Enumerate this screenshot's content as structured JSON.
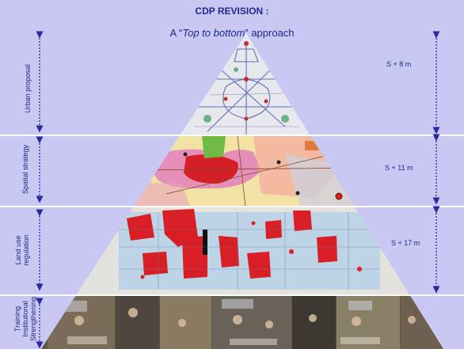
{
  "slide": {
    "title": "CDP REVISION :",
    "subtitle_before": "A “",
    "subtitle_em": "Top to bottom",
    "subtitle_after": "” approach"
  },
  "levels": [
    {
      "left_label": "Urban proposal",
      "right_label": "S + 8 m"
    },
    {
      "left_label": "Spatial strategy",
      "right_label": "S + 11 m"
    },
    {
      "left_label_line1": "Land use",
      "left_label_line2": "regulation",
      "right_label": "S + 17 m"
    },
    {
      "left_label_line1": "Training",
      "left_label_line2": "Institutional",
      "left_label_line3": "Strengthening"
    }
  ],
  "colors": {
    "background": "#c8c8f2",
    "text": "#1e2a8c",
    "arrow": "#2a2aa0"
  },
  "images": [
    {
      "name": "urban-proposal-map"
    },
    {
      "name": "spatial-strategy-map"
    },
    {
      "name": "land-use-map"
    },
    {
      "name": "training-photos"
    }
  ]
}
